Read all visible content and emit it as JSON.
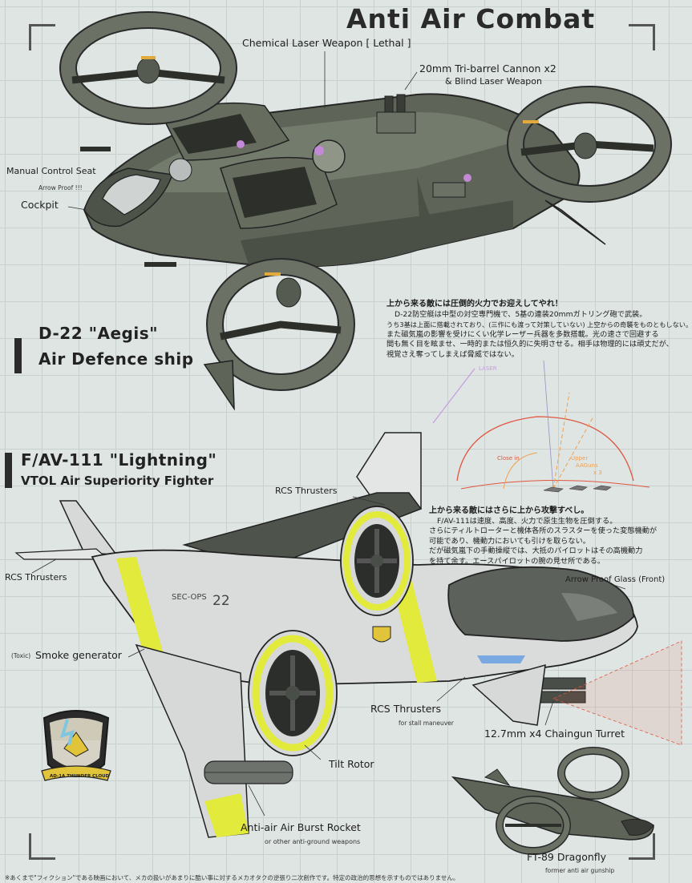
{
  "title": "Anti Air Combat",
  "aegis": {
    "name": "D-22 \"Aegis\"",
    "type": "Air Defence ship",
    "labels": {
      "chemical_laser": "Chemical Laser Weapon [ Lethal ]",
      "cannon": "20mm Tri-barrel Cannon x2",
      "blind_laser": "& Blind Laser Weapon",
      "manual_seat": "Manual Control Seat",
      "arrow_proof": "Arrow Proof !!!",
      "cockpit": "Cockpit"
    },
    "description": [
      "上から来る敵には圧倒的火力でお迎えしてやれ！",
      "D-22防空艇は中型の対空専門機で、5基の連装20mmガトリング砲で武装。",
      "うち3基は上面に搭載されており、(三作にも渡って対策していない) 上空からの奇襲をものともしない。",
      "また磁気嵐の影響を受けにくい化学レーザー兵器を多数搭載。光の速さで回避する",
      "間も無く目を眩ませ、一時的または恒久的に失明させる。相手は物理的には頑丈だが、",
      "視覚さえ奪ってしまえば脅威ではない。"
    ]
  },
  "lightning": {
    "name": "F/AV-111 \"Lightning\"",
    "type": "VTOL Air Superiority Fighter",
    "fuselage_code": "SEC-OPS",
    "fuselage_number": "22",
    "labels": {
      "rcs_top": "RCS Thrusters",
      "rcs_left": "RCS Thrusters",
      "smoke_prefix": "(Toxic)",
      "smoke": "Smoke generator",
      "arrow_glass": "Arrow Proof Glass (Front)",
      "rcs_bottom": "RCS Thrusters",
      "stall": "for stall maneuver",
      "chaingun": "12.7mm x4 Chaingun Turret",
      "tilt_rotor": "Tilt Rotor",
      "rocket": "Anti-air Air Burst Rocket",
      "rocket_sub": "or other anti-ground weapons"
    },
    "description": [
      "上から来る敵にはさらに上から攻撃すべし。",
      "F/AV-111は速度、高度、火力で原生生物を圧倒する。",
      "さらにティルトローターと機体各所のスラスターを使った変態機動が",
      "可能であり、機動力においても引けを取らない。",
      "だが磁気嵐下の手動操縦では、大抵のパイロットはその高機動力",
      "を持て余す。エースパイロットの腕の見せ所である。"
    ],
    "sketch": {
      "laser": "LASER",
      "close_in": "Close in",
      "upper": "Upper",
      "aa_guns": "AAGuns",
      "x3": "x 3"
    }
  },
  "dragonfly": {
    "name": "FT-89 Dragonfly",
    "sub": "former anti air gunship"
  },
  "emblem_text": "AD-1A THUNDER CLOUD",
  "footnote": "※あくまで\"フィクション\"である映画において、メカの扱いがあまりに酷い事に対するメカオタクの逆張り二次創作です。特定の政治的思想を示すものではありません。",
  "colors": {
    "background": "#dfe5e3",
    "hull_dark": "#5e6558",
    "hull_light": "#d6d9d8",
    "accent_yellow": "#e2ea3c",
    "sketch_red": "#e0553f",
    "sketch_orange": "#f0a050",
    "laser_purple": "#c79be0"
  }
}
